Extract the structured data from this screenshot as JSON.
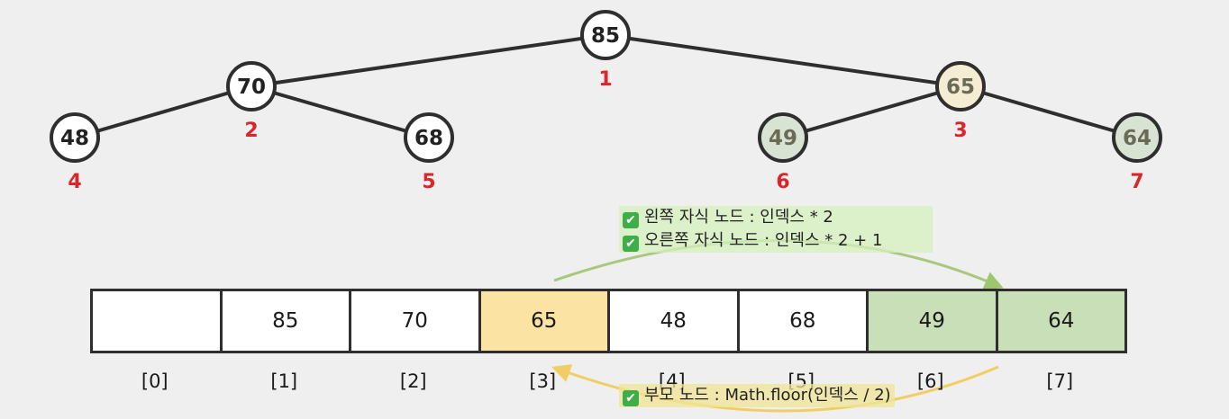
{
  "tree": {
    "nodes": [
      {
        "id": 1,
        "value": "85",
        "index_label": "1",
        "highlight": "none"
      },
      {
        "id": 2,
        "value": "70",
        "index_label": "2",
        "highlight": "none"
      },
      {
        "id": 3,
        "value": "65",
        "index_label": "3",
        "highlight": "yellow"
      },
      {
        "id": 4,
        "value": "48",
        "index_label": "4",
        "highlight": "none"
      },
      {
        "id": 5,
        "value": "68",
        "index_label": "5",
        "highlight": "none"
      },
      {
        "id": 6,
        "value": "49",
        "index_label": "6",
        "highlight": "green"
      },
      {
        "id": 7,
        "value": "64",
        "index_label": "7",
        "highlight": "green"
      }
    ],
    "edges": [
      [
        1,
        2
      ],
      [
        1,
        3
      ],
      [
        2,
        4
      ],
      [
        2,
        5
      ],
      [
        3,
        6
      ],
      [
        3,
        7
      ]
    ]
  },
  "array": {
    "cells": [
      {
        "value": "",
        "index": "[0]",
        "highlight": "none"
      },
      {
        "value": "85",
        "index": "[1]",
        "highlight": "none"
      },
      {
        "value": "70",
        "index": "[2]",
        "highlight": "none"
      },
      {
        "value": "65",
        "index": "[3]",
        "highlight": "yellow"
      },
      {
        "value": "48",
        "index": "[4]",
        "highlight": "none"
      },
      {
        "value": "68",
        "index": "[5]",
        "highlight": "none"
      },
      {
        "value": "49",
        "index": "[6]",
        "highlight": "green"
      },
      {
        "value": "64",
        "index": "[7]",
        "highlight": "green"
      }
    ]
  },
  "notes": {
    "left_child": "왼쪽 자식 노드 : 인덱스 * 2",
    "right_child": "오른쪽 자식 노드 : 인덱스 * 2 + 1",
    "parent": "부모 노드 : Math.floor(인덱스 / 2)",
    "check_icon": "✔"
  },
  "colors": {
    "node_fill": "#ffffff",
    "node_yellow": "#f5ecd4",
    "node_green": "#d9e3d3",
    "index_red": "#d9262a",
    "arrow_green": "#9cc26a",
    "arrow_yellow": "#f2c94c"
  }
}
